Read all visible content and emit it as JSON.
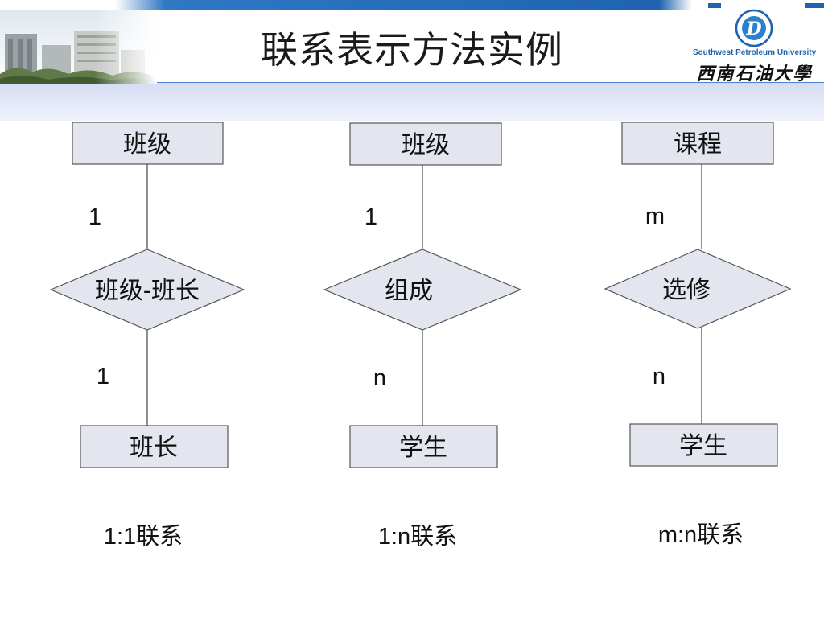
{
  "title": "联系表示方法实例",
  "logo": {
    "english_name": "Southwest Petroleum University",
    "chinese_name": "西南石油大學",
    "emblem_letter": "D",
    "colors": {
      "primary": "#1f63b0"
    }
  },
  "diagrams": [
    {
      "top_entity": "班级",
      "relationship": "班级-班长",
      "bottom_entity": "班长",
      "top_cardinality": "1",
      "bottom_cardinality": "1",
      "caption": "1:1联系"
    },
    {
      "top_entity": "班级",
      "relationship": "组成",
      "bottom_entity": "学生",
      "top_cardinality": "1",
      "bottom_cardinality": "n",
      "caption": "1:n联系"
    },
    {
      "top_entity": "课程",
      "relationship": "选修",
      "bottom_entity": "学生",
      "top_cardinality": "m",
      "bottom_cardinality": "n",
      "caption": "m:n联系"
    }
  ]
}
